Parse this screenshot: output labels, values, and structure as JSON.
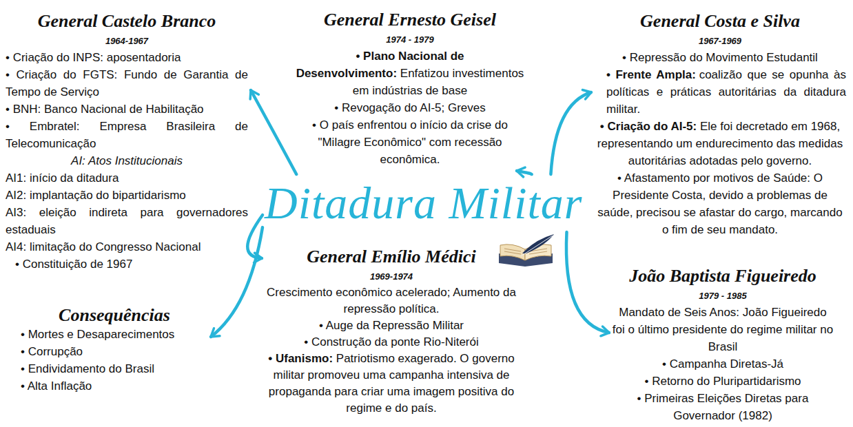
{
  "diagram": {
    "nodes": [
      {
        "text": [
          "General Castelo Branco",
          "1964-1967",
          "• Criação do INPS: aposentadoria",
          "• Criação do FGTS: Fundo de Garantia de Tempo de Serviço",
          "• BNH: Banco Nacional de Habilitação",
          "• Embratel: Empresa Brasileira de Telecomunicação",
          "AI: Atos Institucionais",
          "AI1: início da ditadura",
          "AI2: implantação do bipartidarismo",
          "AI3: eleição indireta para governadores estaduais",
          "AI4: limitação do Congresso Nacional",
          "• Constituição de 1967"
        ]
      },
      {
        "text": [
          "General Ernesto Geisel",
          "1974 - 1979",
          "• Plano Nacional de Desenvolvimento:",
          "Enfatizou investimentos em indústrias de base",
          "• Revogação do AI-5; Greves",
          "• O país enfrentou o início da crise do \"Milagre Econômico\" com recessão econômica."
        ]
      },
      {
        "text": [
          "General Costa e Silva",
          "1967-1969",
          "• Repressão do Movimento Estudantil",
          "• Frente Ampla:",
          "coalizão que se opunha às políticas e práticas autoritárias da ditadura militar.",
          "• Criação do AI-5:",
          "Ele foi decretado em 1968, representando um endurecimento das medidas autoritárias adotadas pelo governo.",
          "• Afastamento por motivos de Saúde: O Presidente Costa, devido a problemas de saúde, precisou se afastar do cargo, marcando o fim de seu mandato."
        ]
      },
      {
        "text": [
          "Ditadura Militar"
        ]
      },
      {
        "text": [
          "General Emílio Médici",
          "1969-1974",
          "Crescimento econômico acelerado; Aumento da repressão política.",
          "• Auge da Repressão Militar",
          "• Construção da ponte Rio-Niterói",
          "• Ufanismo:",
          "Patriotismo exagerado. O governo militar promoveu uma campanha intensiva de propaganda para criar uma imagem positiva do regime e do país."
        ]
      },
      {
        "text": [
          "João Baptista Figueiredo",
          "1979 - 1985",
          "Mandato de Seis Anos: João Figueiredo foi o último presidente do regime militar no Brasil",
          "• Campanha Diretas-Já",
          "• Retorno do Pluripartidarismo",
          "• Primeiras Eleições Diretas para Governador (1982)"
        ]
      },
      {
        "text": [
          "Consequências",
          "• Mortes e Desaparecimentos",
          "• Corrupção",
          "• Endividamento do Brasil",
          "• Alta Inflação"
        ]
      }
    ],
    "edges": [
      {
        "from": 3,
        "to": 0,
        "arrow": "to"
      },
      {
        "from": 3,
        "to": 1,
        "arrow": "to"
      },
      {
        "from": 3,
        "to": 2,
        "arrow": "to"
      },
      {
        "from": 3,
        "to": 4,
        "arrow": "to"
      },
      {
        "from": 3,
        "to": 5,
        "arrow": "to"
      },
      {
        "from": 3,
        "to": 6,
        "arrow": "to"
      }
    ]
  }
}
